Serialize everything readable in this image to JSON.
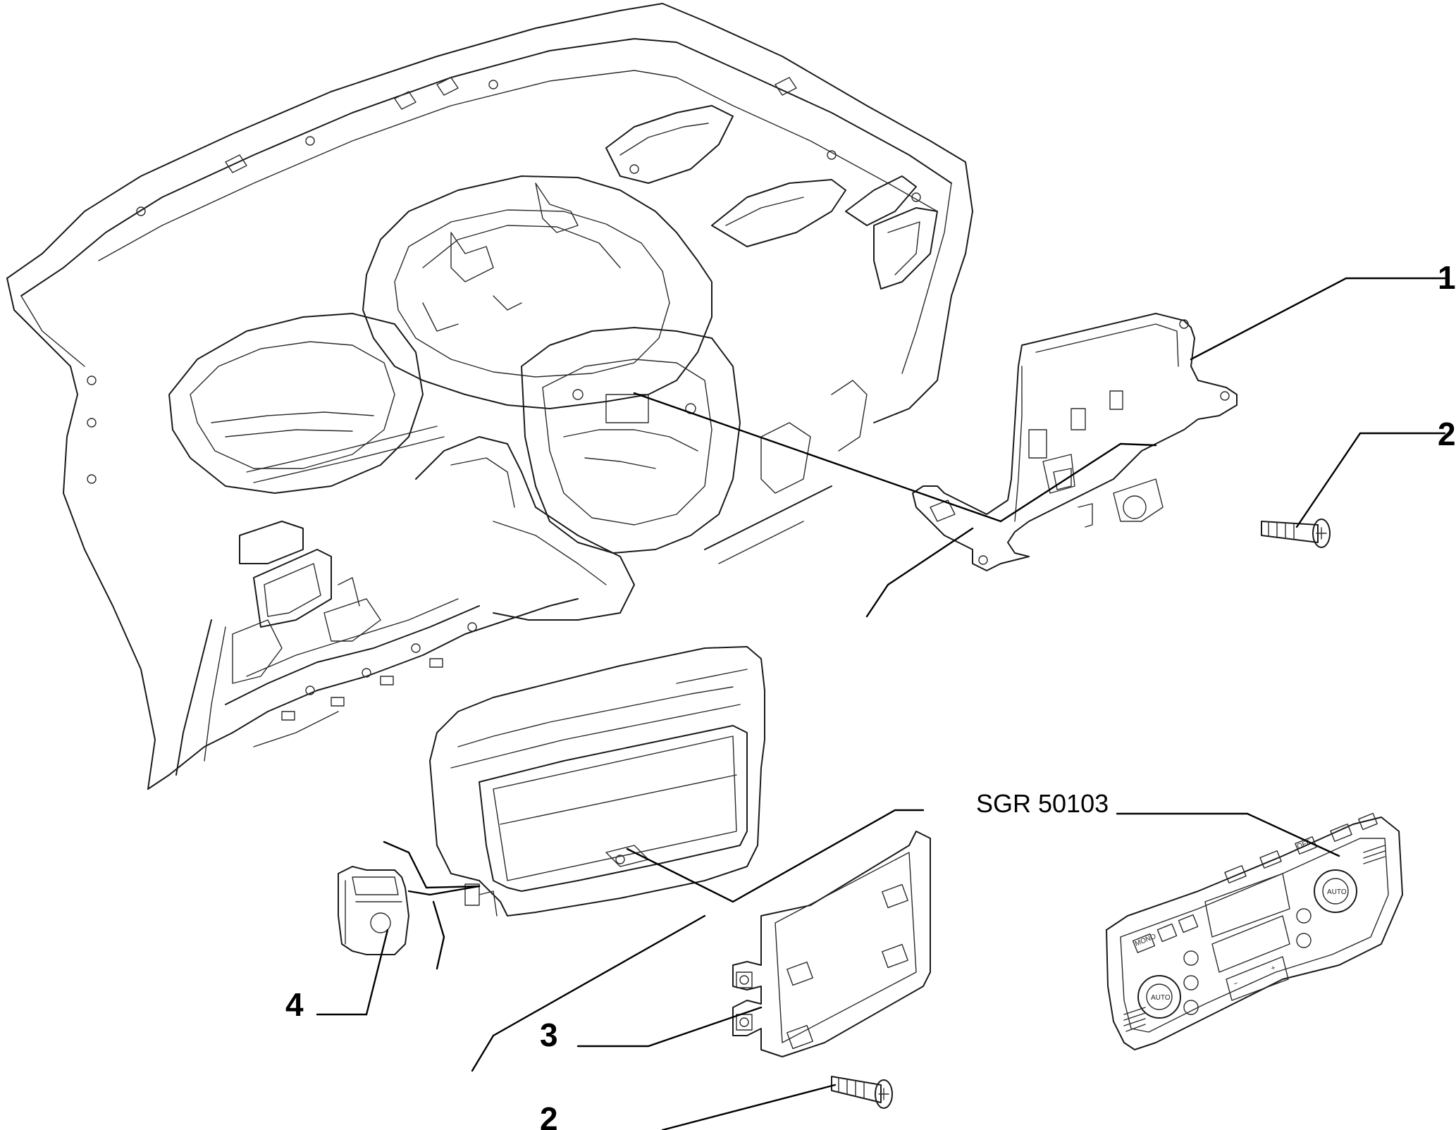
{
  "callouts": {
    "c1": "1",
    "c2_top": "2",
    "c2_bottom": "2",
    "c3": "3",
    "c4": "4"
  },
  "reference": "SGR 50103",
  "panel_buttons": {
    "mono": "MONO",
    "off": "OFF",
    "auto_left": "AUTO",
    "auto_right": "AUTO",
    "minus": "−",
    "plus": "+"
  }
}
